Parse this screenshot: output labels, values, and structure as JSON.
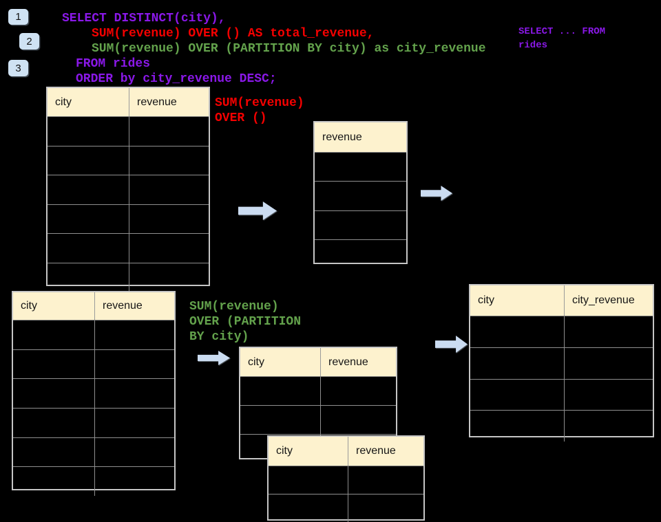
{
  "colors": {
    "background": "#000000",
    "code_purple": "#8A18E8",
    "code_red": "#F40000",
    "code_green": "#63A24C",
    "table_header_bg": "#FDF2CE",
    "badge_bg": "#CFE2F3",
    "arrow_fill": "#CBDCF1"
  },
  "badges": [
    {
      "label": "1"
    },
    {
      "label": "2"
    },
    {
      "label": "3"
    }
  ],
  "sql_code": {
    "line1": "SELECT DISTINCT(city),",
    "line2": "SUM(revenue) OVER () AS total_revenue,",
    "line3": "SUM(revenue) OVER (PARTITION BY city) as city_revenue",
    "line4": "FROM rides",
    "line5": "ORDER by city_revenue DESC;"
  },
  "side_snippet": {
    "line1": "SELECT ... FROM",
    "line2": "rides"
  },
  "annotation_total": {
    "line1": "SUM(revenue)",
    "line2": "OVER ()"
  },
  "annotation_partition": {
    "line1": "SUM(revenue)",
    "line2": "OVER (PARTITION",
    "line3": "BY city)"
  },
  "tables": {
    "source_top": {
      "col1": "city",
      "col2": "revenue",
      "empty_rows": 6
    },
    "total_revenue": {
      "col1": "revenue",
      "empty_rows": 4
    },
    "source_bottom": {
      "col1": "city",
      "col2": "revenue",
      "empty_rows": 6
    },
    "partition_front": {
      "col1": "city",
      "col2": "revenue",
      "empty_rows": 3
    },
    "partition_back": {
      "col1": "city",
      "col2": "revenue",
      "empty_rows": 2
    },
    "result": {
      "col1": "city",
      "col2": "city_revenue",
      "empty_rows": 4
    }
  }
}
